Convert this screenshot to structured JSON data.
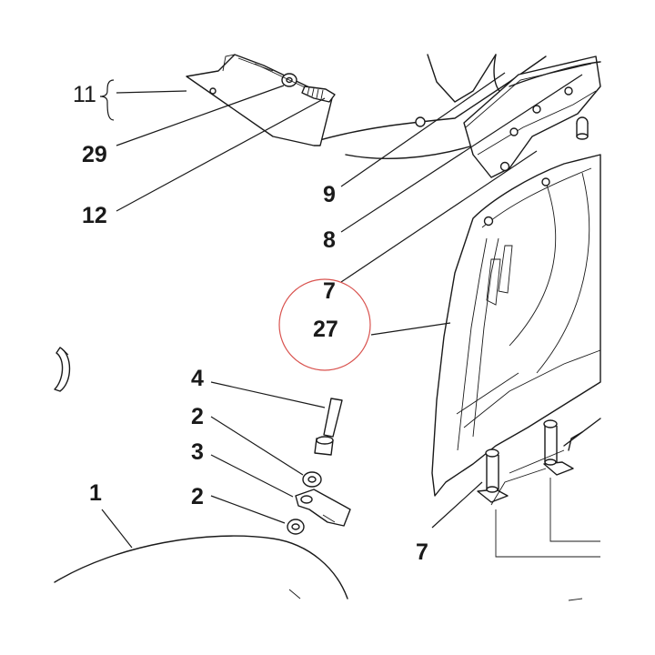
{
  "diagram": {
    "labels": [
      {
        "id": "l11",
        "text": "11",
        "bold": false
      },
      {
        "id": "l29",
        "text": "29",
        "bold": true
      },
      {
        "id": "l12",
        "text": "12",
        "bold": true
      },
      {
        "id": "l9",
        "text": "9",
        "bold": true
      },
      {
        "id": "l8",
        "text": "8",
        "bold": true
      },
      {
        "id": "l7a",
        "text": "7",
        "bold": true
      },
      {
        "id": "l27",
        "text": "27",
        "bold": true
      },
      {
        "id": "l4",
        "text": "4",
        "bold": true
      },
      {
        "id": "l2a",
        "text": "2",
        "bold": true
      },
      {
        "id": "l3",
        "text": "3",
        "bold": true
      },
      {
        "id": "l2b",
        "text": "2",
        "bold": true
      },
      {
        "id": "l1",
        "text": "1",
        "bold": true
      },
      {
        "id": "l7b",
        "text": "7",
        "bold": true
      }
    ],
    "highlight_color": "#d9534f",
    "line_color": "#1a1a1a"
  }
}
